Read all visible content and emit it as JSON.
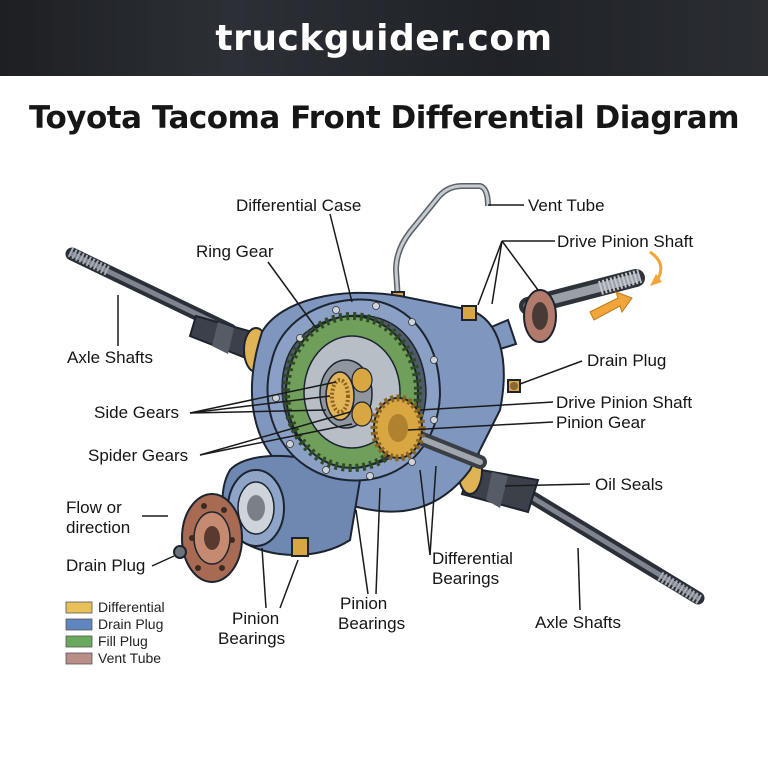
{
  "banner": {
    "site": "truckguider.com"
  },
  "title": "Toyota Tacoma Front Differential Diagram",
  "labels": {
    "differential_case": "Differential Case",
    "vent_tube": "Vent Tube",
    "ring_gear": "Ring Gear",
    "drive_pinion_shaft_top": "Drive Pinion Shaft",
    "axle_shafts_left": "Axle Shafts",
    "drain_plug_right": "Drain Plug",
    "side_gears": "Side Gears",
    "drive_pinion_shaft_mid": "Drive Pinion Shaft",
    "pinion_gear": "Pinion Gear",
    "spider_gears": "Spider Gears",
    "oil_seals": "Oil Seals",
    "flow_line1": "Flow or",
    "flow_line2": "direction",
    "drain_plug_left": "Drain Plug",
    "differential_bearings_line1": "Differential",
    "differential_bearings_line2": "Bearings",
    "pinion_bearings_left_line1": "Pinion",
    "pinion_bearings_left_line2": "Bearings",
    "pinion_bearings_center_line1": "Pinion",
    "pinion_bearings_center_line2": "Bearings",
    "axle_shafts_right": "Axle Shafts"
  },
  "legend": [
    {
      "label": "Differential",
      "color": "#e8c05a"
    },
    {
      "label": "Drain Plug",
      "color": "#5f86bf"
    },
    {
      "label": "Fill Plug",
      "color": "#6aaa5e"
    },
    {
      "label": "Vent Tube",
      "color": "#b98e86"
    }
  ],
  "colors": {
    "housing": "#7f97bf",
    "ring_gear": "#6f9f5a",
    "bronze": "#d8a84a",
    "steel": "#6d7278",
    "copper": "#a86a52",
    "arrow": "#f2a53a"
  }
}
